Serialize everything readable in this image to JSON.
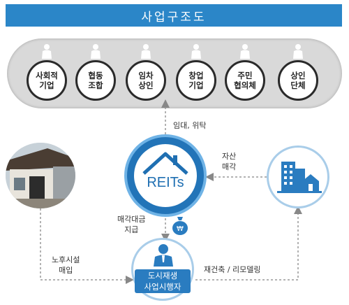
{
  "title": "사업구조도",
  "stakeholders": [
    {
      "label": "사회적\n기업"
    },
    {
      "label": "협동\n조합"
    },
    {
      "label": "임차\n상인"
    },
    {
      "label": "창업\n기업"
    },
    {
      "label": "주민\n협의체"
    },
    {
      "label": "상인\n단체"
    }
  ],
  "center": {
    "label": "REITs"
  },
  "flows": {
    "lease": "임대, 위탁",
    "sale": "자산\n매각",
    "payment": "매각대금\n지급",
    "purchase": "노후시설\n매입",
    "rebuild": "재건축 / 리모델링"
  },
  "developer": {
    "label": "도시재생\n사업시행자"
  },
  "colors": {
    "primary": "#2b86c8",
    "dark_blue": "#2274b8",
    "light_blue": "#a9cde9",
    "pill": "#d9d9d9"
  }
}
